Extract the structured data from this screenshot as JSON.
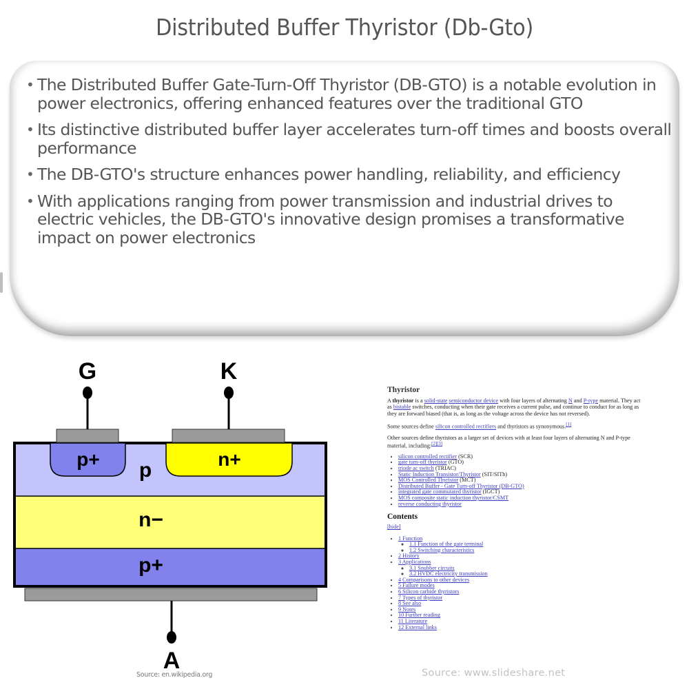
{
  "title": "Distributed Buffer Thyristor (Db-Gto)",
  "bullets": [
    "The Distributed Buffer Gate-Turn-Off Thyristor (DB-GTO) is a notable evolution in power electronics, offering enhanced features over the traditional GTO",
    "Its distinctive distributed buffer layer accelerates turn-off times and boosts overall performance",
    "The DB-GTO's structure enhances power handling, reliability, and efficiency",
    "With applications ranging from power transmission and industrial drives to electric vehicles, the DB-GTO's innovative design promises a transformative impact on power electronics"
  ],
  "bullet_marker": "•",
  "diagram": {
    "terminals": {
      "gate": "G",
      "cathode": "K",
      "anode": "A"
    },
    "regions": {
      "gate_well": "p+",
      "cathode_well": "n+",
      "p_base": "p",
      "n_drift": "n−",
      "p_emitter": "p+"
    },
    "colors": {
      "p_base": "#c4c4fc",
      "p_plus": "#8282ec",
      "n_plus": "#ffff00",
      "n_minus": "#ffff78",
      "metal": "#9b9b9b",
      "outline": "#000000"
    },
    "source": "Source: en.wikipedia.org"
  },
  "wiki": {
    "heading": "Thyristor",
    "intro": {
      "a": "A ",
      "bold": "thyristor",
      "b": " is a ",
      "link1": "solid-state",
      "c": " ",
      "link2": "semiconductor device",
      "d": " with four layers of alternating ",
      "link3": "N",
      "e": " and ",
      "link4": "P-type",
      "f": " material. They act as ",
      "link5": "bistable",
      "g": " switches, conducting when their gate receives a current pulse, and continue to conduct for as long as they are forward biased (that is, as long as the voltage across the device has not reversed)."
    },
    "para2": {
      "a": "Some sources define ",
      "link": "silicon controlled rectifiers",
      "b": " and thyristors as synonymous.",
      "ref": "[1]"
    },
    "para3": {
      "text": "Other sources define thyristors as a larger set of devices with at least four layers of alternating N and P-type material, including:",
      "ref": "[2][3]"
    },
    "devices": [
      {
        "link": "silicon controlled rectifier",
        "suffix": " (SCR)"
      },
      {
        "link": "gate turn-off thyristor",
        "suffix": " (GTO)"
      },
      {
        "link": "triode ac switch",
        "suffix": " (TRIAC)"
      },
      {
        "link": "Static Induction Transistor/Thyristor",
        "suffix": " (SIT/SITh)"
      },
      {
        "link": "MOS Controlled Thyristor",
        "suffix": " (MCT)"
      },
      {
        "link": "Distributed Buffer - Gate Turn-off Thyristor (DB-GTO)",
        "suffix": ""
      },
      {
        "link": "integrated gate commutated thyristor",
        "suffix": " (IGCT)"
      },
      {
        "link": "MOS composite static induction thyristor/CSMT",
        "suffix": ""
      },
      {
        "link": "reverse conducting thyristor",
        "suffix": ""
      }
    ],
    "contents_heading": "Contents",
    "hide_label": "[hide]",
    "contents": [
      "1 Function",
      "1.1 Function of the gate terminal",
      "1.2 Switching characteristics",
      "2 History",
      "3 Applications",
      "3.1 Snubber circuits",
      "3.2 HVDC electricity transmission",
      "4 Comparisons to other devices",
      "5 Failure modes",
      "6 Silicon carbide thyristors",
      "7 Types of thyristor",
      "8 See also",
      "9 Notes",
      "10 Further reading",
      "11 Literature",
      "12 External links"
    ]
  },
  "slide_source": "Source: www.slideshare.net"
}
